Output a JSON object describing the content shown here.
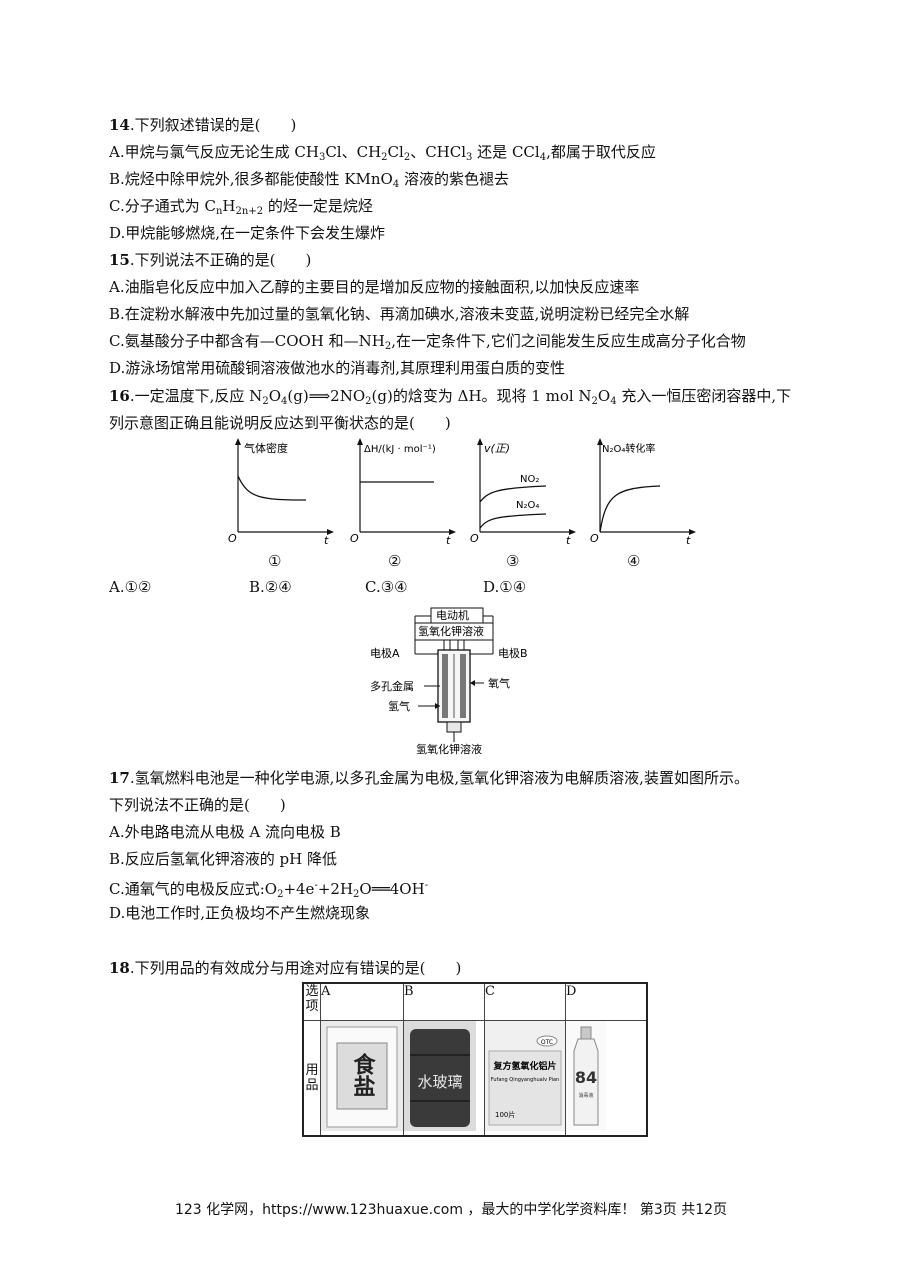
{
  "q14": {
    "stem_num": "14",
    "stem_text": ".下列叙述错误的是(　　)",
    "A": {
      "pre": "A.甲烷与氯气反应无论生成 CH",
      "s1": "3",
      "m1": "Cl、CH",
      "s2": "2",
      "m2": "Cl",
      "s3": "2",
      "m3": "、CHCl",
      "s4": "3",
      "m4": " 还是 CCl",
      "s5": "4",
      "post": ",都属于取代反应"
    },
    "B": {
      "pre": "B.烷烃中除甲烷外,很多都能使酸性 KMnO",
      "s1": "4",
      "post": " 溶液的紫色褪去"
    },
    "C": {
      "pre": "C.分子通式为 C",
      "s1": "n",
      "m1": "H",
      "s2": "2n+2",
      "post": " 的烃一定是烷烃"
    },
    "D": "D.甲烷能够燃烧,在一定条件下会发生爆炸"
  },
  "q15": {
    "stem_num": "15",
    "stem_text": ".下列说法不正确的是(　　)",
    "A": "A.油脂皂化反应中加入乙醇的主要目的是增加反应物的接触面积,以加快反应速率",
    "B": "B.在淀粉水解液中先加过量的氢氧化钠、再滴加碘水,溶液未变蓝,说明淀粉已经完全水解",
    "C": {
      "pre": "C.氨基酸分子中都含有—COOH 和—NH",
      "s1": "2",
      "post": ",在一定条件下,它们之间能发生反应生成高分子化合物"
    },
    "D": "D.游泳场馆常用硫酸铜溶液做池水的消毒剂,其原理利用蛋白质的变性"
  },
  "q16": {
    "stem_num": "16",
    "l1": {
      "pre": ".一定温度下,反应 N",
      "s1": "2",
      "m1": "O",
      "s2": "4",
      "m2": "(g)⟹2NO",
      "s3": "2",
      "m3": "(g)的焓变为 ΔH。现将 1 mol N",
      "s4": "2",
      "m4": "O",
      "s5": "4",
      "post": " 充入一恒压密闭容器中,下"
    },
    "l2": "列示意图正确且能说明反应达到平衡状态的是(　　)",
    "graphs": [
      {
        "ylabel": "气体密度",
        "num": "①"
      },
      {
        "ylabel": "ΔH/(kJ · mol⁻¹)",
        "num": "②"
      },
      {
        "ylabel": "v(正)",
        "num": "③",
        "curve1": "NO₂",
        "curve2": "N₂O₄"
      },
      {
        "ylabel": "N₂O₄转化率",
        "num": "④"
      }
    ],
    "origin": "O",
    "t": "t",
    "options": [
      "A.①②",
      "B.②④",
      "C.③④",
      "D.①④"
    ]
  },
  "fuelcell": {
    "motor": "电动机",
    "koh_top": "氢氧化钾溶液",
    "electrode_a": "电极A",
    "electrode_b": "电极B",
    "porous": "多孔金属",
    "oxygen": "氧气",
    "hydrogen": "氢气",
    "koh_bottom": "氢氧化钾溶液"
  },
  "q17": {
    "stem_num": "17",
    "l1": ".氢氧燃料电池是一种化学电源,以多孔金属为电极,氢氧化钾溶液为电解质溶液,装置如图所示。",
    "l2": "下列说法不正确的是(　　)",
    "A": "A.外电路电流从电极 A 流向电极 B",
    "B": "B.反应后氢氧化钾溶液的 pH 降低",
    "C": {
      "pre": "C.通氧气的电极反应式:O",
      "s1": "2",
      "m1": "+4e",
      "p1": "-",
      "m2": "+2H",
      "s2": "2",
      "m3": "O══4OH",
      "p2": "-"
    },
    "D": "D.电池工作时,正负极均不产生燃烧现象"
  },
  "q18": {
    "stem_num": "18",
    "stem_text": ".下列用品的有效成分与用途对应有错误的是(　　)",
    "row1_head": "选项",
    "row2_head": "用品",
    "cols": [
      "A",
      "B",
      "C",
      "D"
    ],
    "img_a_text": "食盐",
    "img_b_text": "水玻璃",
    "img_c_text": "复方氢氧化铝片",
    "img_c_pinyin": "Fufang Qingyanghualv Pian",
    "img_c_badge": "OTC",
    "img_c_count": "100片",
    "img_d_text": "84",
    "img_d_sub": "消毒液"
  },
  "footer": "123 化学网，https://www.123huaxue.com ，最大的中学化学资料库！ 第3页 共12页"
}
